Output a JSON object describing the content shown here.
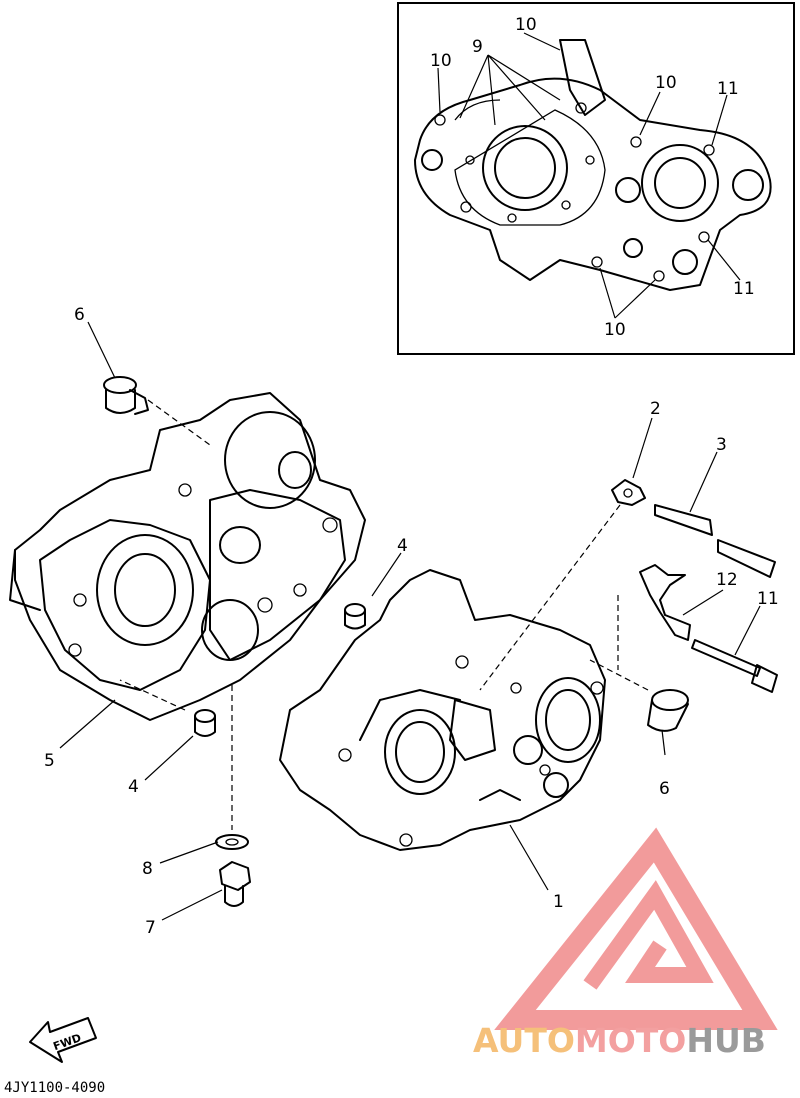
{
  "callouts": {
    "inset_10a": "10",
    "inset_10b": "10",
    "inset_9": "9",
    "inset_10c": "10",
    "inset_11a": "11",
    "inset_11b": "11",
    "inset_10d": "10",
    "c6_top": "6",
    "c2": "2",
    "c3": "3",
    "c4_right": "4",
    "c12": "12",
    "c11": "11",
    "c5": "5",
    "c4_left": "4",
    "c6_right": "6",
    "c8": "8",
    "c1": "1",
    "c7": "7"
  },
  "fwd_label": "FWD",
  "drawing_code": "4JY1100-4090",
  "watermark": {
    "part1": "AUTO",
    "part2": "MOTO",
    "part3": "HUB",
    "color1": "#f5c07a",
    "color2": "#f3a0a0",
    "color3": "#9a9a9a",
    "logo_color": "#f08a8a"
  }
}
